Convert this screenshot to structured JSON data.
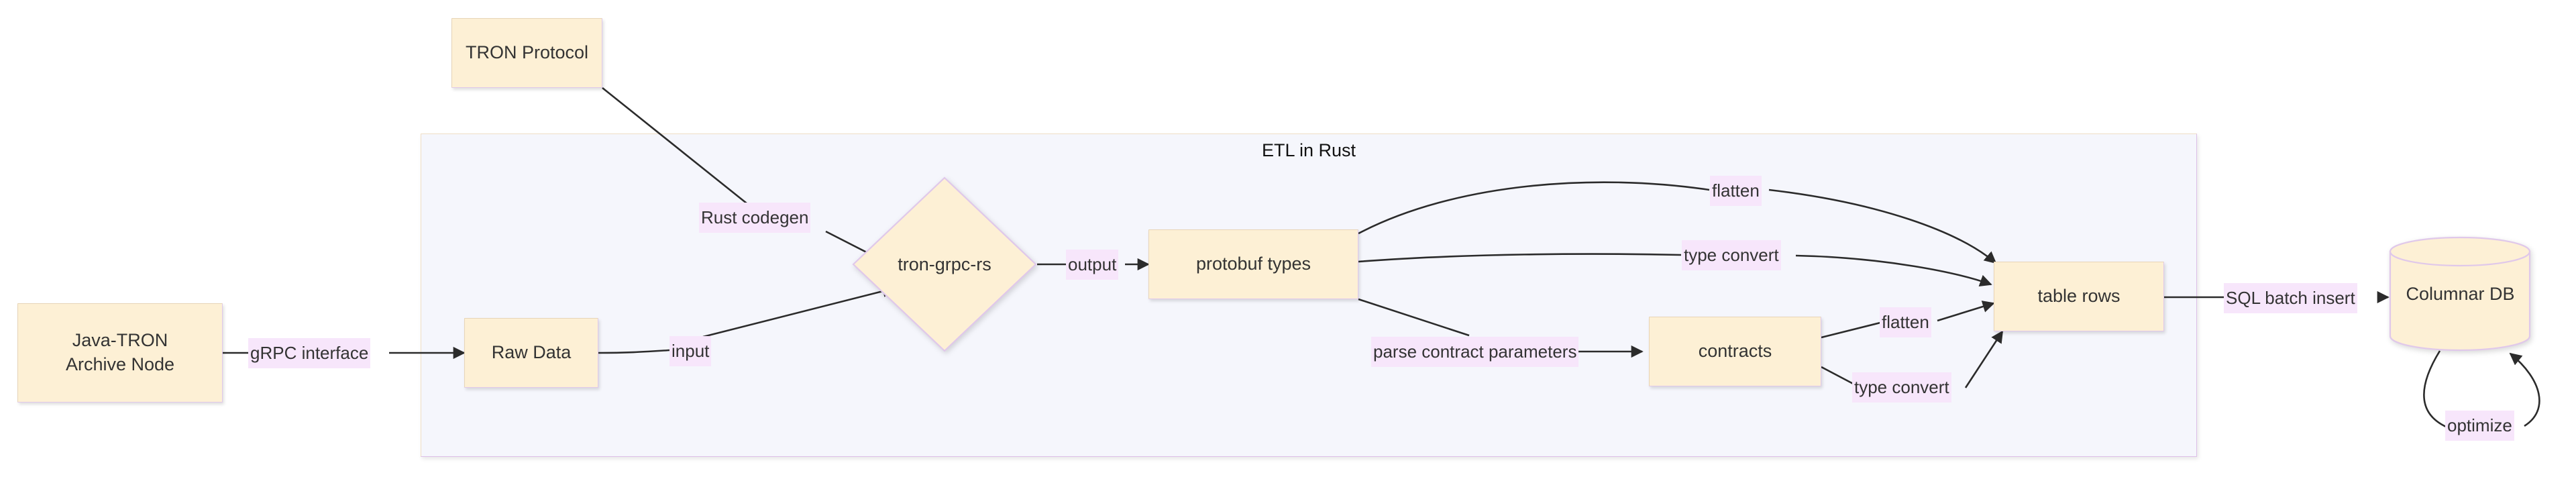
{
  "diagram": {
    "type": "flowchart",
    "title": "",
    "subgraph": {
      "label": "ETL in Rust"
    },
    "nodes": [
      {
        "id": "tron_protocol",
        "label": "TRON Protocol",
        "shape": "rect"
      },
      {
        "id": "java_tron",
        "label_line1": "Java-TRON",
        "label_line2": "Archive Node",
        "shape": "rect"
      },
      {
        "id": "raw_data",
        "label": "Raw Data",
        "shape": "rect"
      },
      {
        "id": "tron_grpc_rs",
        "label": "tron-grpc-rs",
        "shape": "diamond"
      },
      {
        "id": "protobuf_types",
        "label": "protobuf types",
        "shape": "rect"
      },
      {
        "id": "contracts",
        "label": "contracts",
        "shape": "rect"
      },
      {
        "id": "table_rows",
        "label": "table rows",
        "shape": "rect"
      },
      {
        "id": "columnar_db",
        "label": "Columnar DB",
        "shape": "cylinder"
      }
    ],
    "edges": [
      {
        "id": "e_grpc",
        "from": "java_tron",
        "to": "raw_data",
        "label": "gRPC interface"
      },
      {
        "id": "e_codegen",
        "from": "tron_protocol",
        "to": "tron_grpc_rs",
        "label": "Rust codegen"
      },
      {
        "id": "e_input",
        "from": "raw_data",
        "to": "tron_grpc_rs",
        "label": "input"
      },
      {
        "id": "e_output",
        "from": "tron_grpc_rs",
        "to": "protobuf_types",
        "label": "output"
      },
      {
        "id": "e_flatten_1",
        "from": "protobuf_types",
        "to": "table_rows",
        "label": "flatten"
      },
      {
        "id": "e_typeconvert_1",
        "from": "protobuf_types",
        "to": "table_rows",
        "label": "type convert"
      },
      {
        "id": "e_parse",
        "from": "protobuf_types",
        "to": "contracts",
        "label": "parse contract parameters"
      },
      {
        "id": "e_flatten_2",
        "from": "contracts",
        "to": "table_rows",
        "label": "flatten"
      },
      {
        "id": "e_typeconvert_2",
        "from": "contracts",
        "to": "table_rows",
        "label": "type convert"
      },
      {
        "id": "e_sql",
        "from": "table_rows",
        "to": "columnar_db",
        "label": "SQL batch insert"
      },
      {
        "id": "e_optimize",
        "from": "columnar_db",
        "to": "columnar_db",
        "label": "optimize"
      }
    ],
    "colors": {
      "node_fill": "#fdf0d5",
      "node_stroke": "#e0c8ea",
      "label_bg": "#f7e6fb",
      "subgraph_fill": "#f5f6fc",
      "subgraph_stroke": "#ddbfe8",
      "edge_stroke": "#2b2b2b",
      "text": "#333333"
    }
  }
}
